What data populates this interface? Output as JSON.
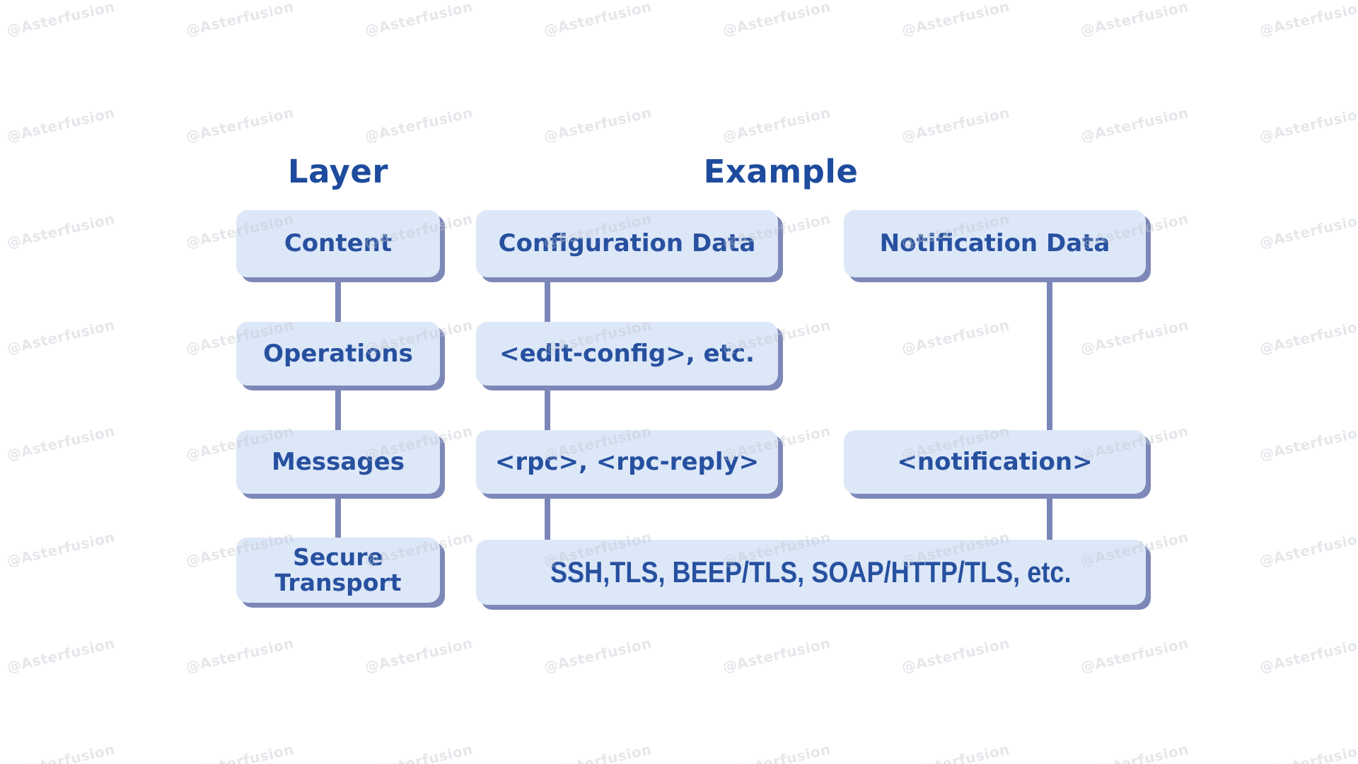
{
  "diagram": {
    "layer_title": "Layer",
    "example_title": "Example",
    "layer_boxes": {
      "content": "Content",
      "operations": "Operations",
      "messages": "Messages",
      "secure_transport": "Secure Transport"
    },
    "example_boxes": {
      "configuration_data": "Configuration Data",
      "edit_config": "<edit-config>, etc.",
      "rpc": "<rpc>, <rpc-reply>",
      "notification_data": "Notification Data",
      "notification": "<notification>",
      "transport_protocols": "SSH,TLS, BEEP/TLS, SOAP/HTTP/TLS, etc."
    }
  },
  "watermark": {
    "text": "@Asterfusion"
  },
  "colors": {
    "background": "#ffffff",
    "box_fill": "#dce7f8",
    "box_shadow": "#7d88b8",
    "connector": "#7b86b8",
    "label_ink": "#27509f",
    "title_ink": "#1d4b9d",
    "watermark_gray": "#c3c7d0"
  }
}
